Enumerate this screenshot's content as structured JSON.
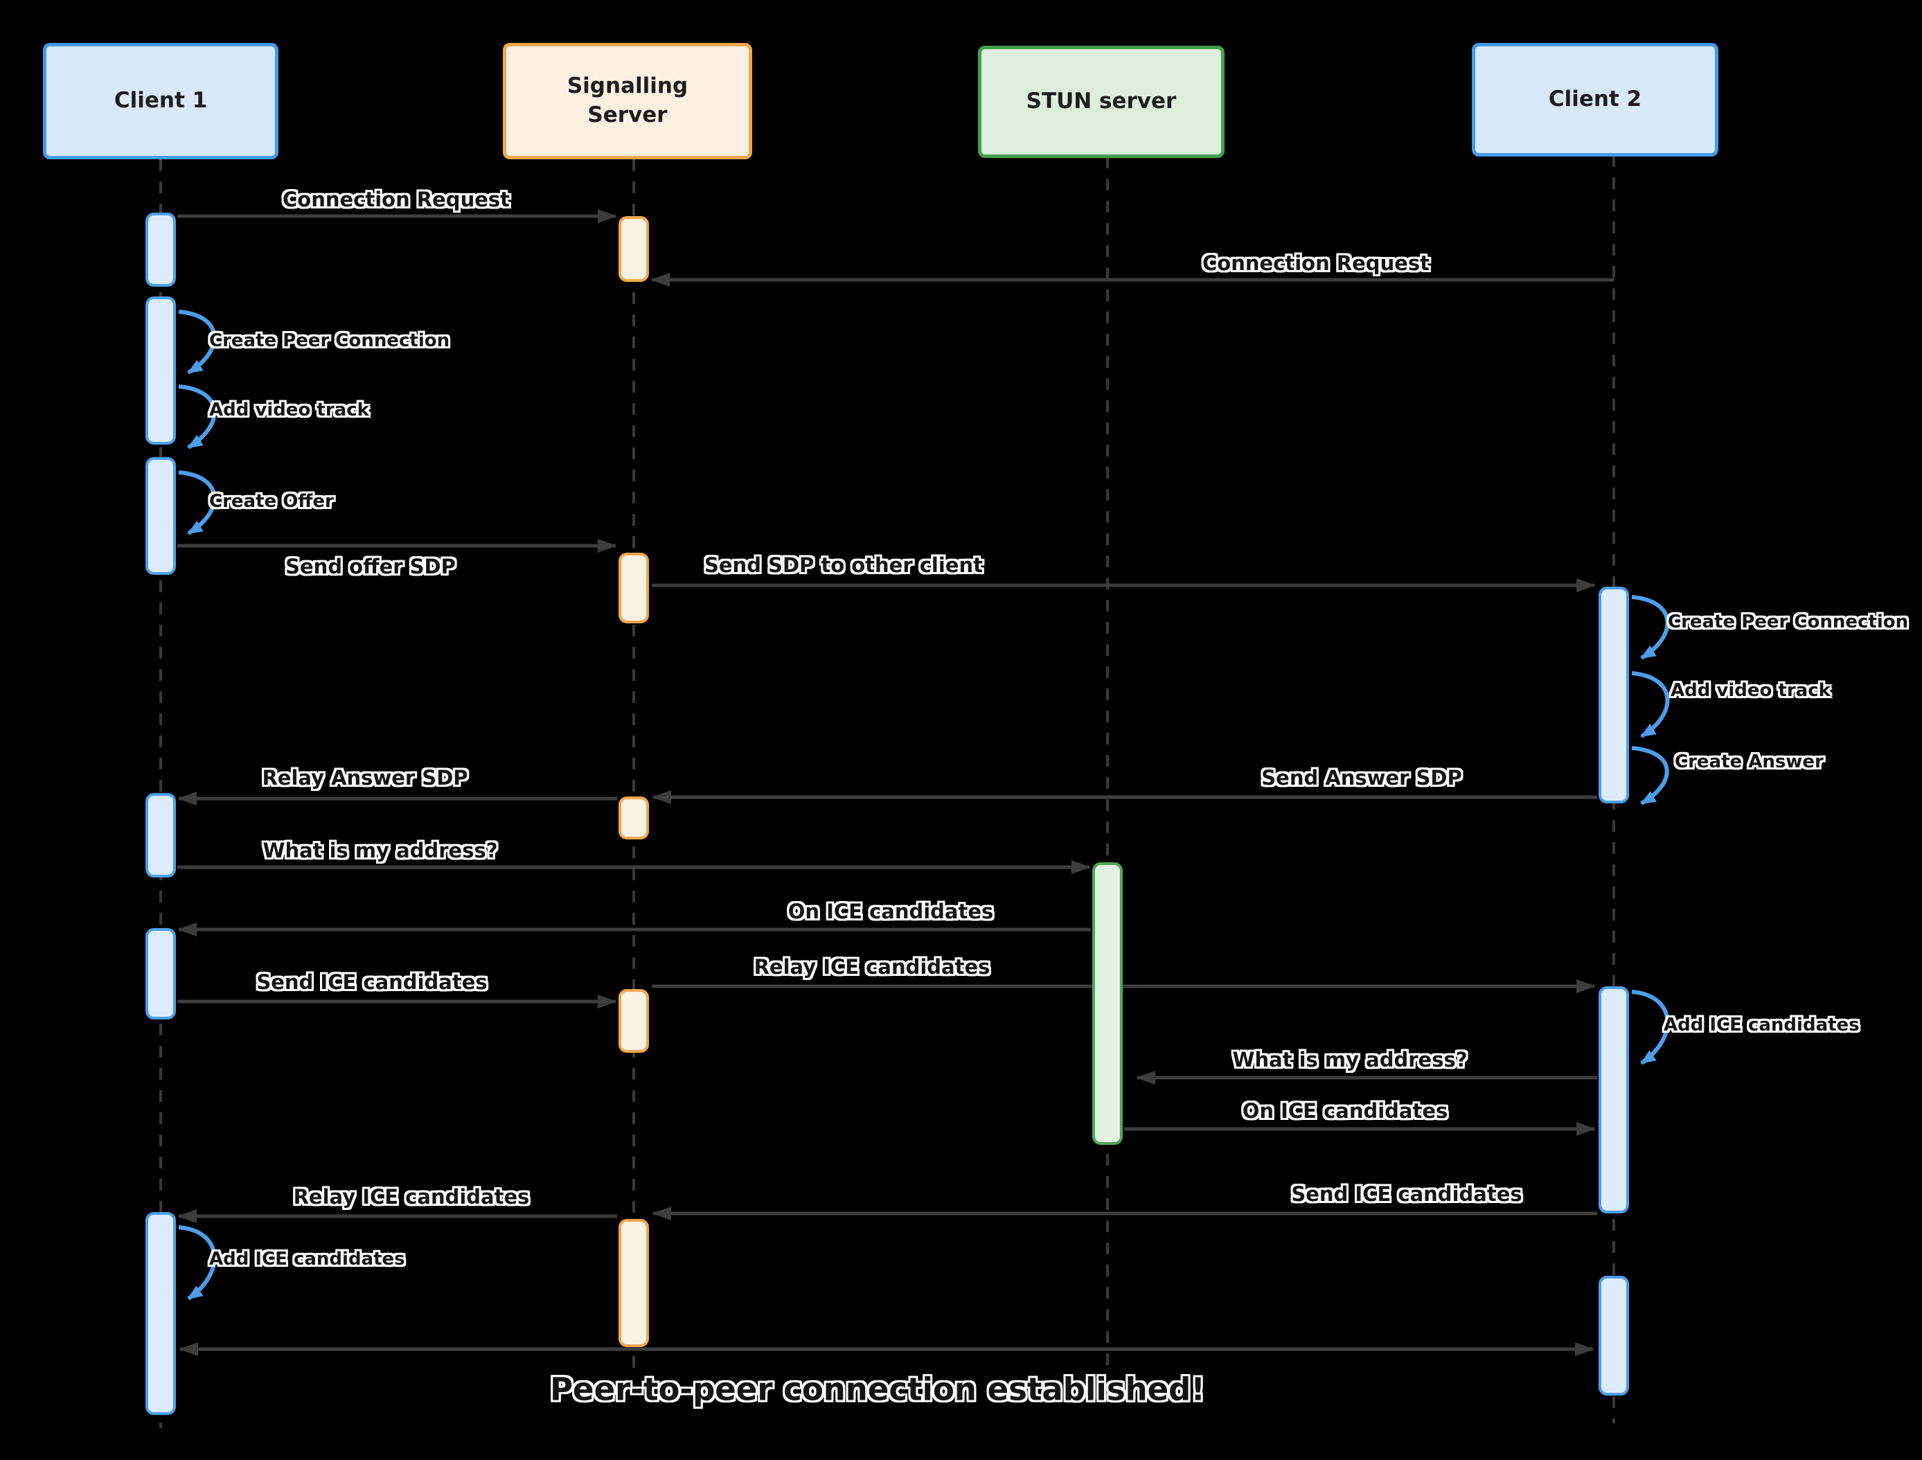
{
  "actors": [
    {
      "id": "client1",
      "label": "Client 1",
      "color": "#449be9"
    },
    {
      "id": "signalling",
      "label": "Signalling Server",
      "color": "#f0a74f"
    },
    {
      "id": "stun",
      "label": "STUN server",
      "color": "#44a14c"
    },
    {
      "id": "client2",
      "label": "Client 2",
      "color": "#449be9"
    }
  ],
  "messages": [
    {
      "label": "Connection Request",
      "from": "Client 1",
      "to": "Signalling Server",
      "type": "message"
    },
    {
      "label": "Connection Request",
      "from": "Client 2",
      "to": "Signalling Server",
      "type": "message"
    },
    {
      "label": "Create Peer Connection",
      "from": "Client 1",
      "to": "Client 1",
      "type": "self"
    },
    {
      "label": "Add video track",
      "from": "Client 1",
      "to": "Client 1",
      "type": "self"
    },
    {
      "label": "Create Offer",
      "from": "Client 1",
      "to": "Client 1",
      "type": "self"
    },
    {
      "label": "Send offer SDP",
      "from": "Client 1",
      "to": "Signalling Server",
      "type": "message"
    },
    {
      "label": "Send SDP to other client",
      "from": "Signalling Server",
      "to": "Client 2",
      "type": "message"
    },
    {
      "label": "Create Peer Connection",
      "from": "Client 2",
      "to": "Client 2",
      "type": "self"
    },
    {
      "label": "Add video track",
      "from": "Client 2",
      "to": "Client 2",
      "type": "self"
    },
    {
      "label": "Create Answer",
      "from": "Client 2",
      "to": "Client 2",
      "type": "self"
    },
    {
      "label": "Send Answer SDP",
      "from": "Client 2",
      "to": "Signalling Server",
      "type": "message"
    },
    {
      "label": "Relay Answer SDP",
      "from": "Signalling Server",
      "to": "Client 1",
      "type": "message"
    },
    {
      "label": "What is my address?",
      "from": "Client 1",
      "to": "STUN server",
      "type": "message"
    },
    {
      "label": "On ICE candidates",
      "from": "STUN server",
      "to": "Client 1",
      "type": "message"
    },
    {
      "label": "Relay ICE candidates",
      "from": "Signalling Server",
      "to": "Client 2",
      "type": "message"
    },
    {
      "label": "Send ICE candidates",
      "from": "Client 1",
      "to": "Signalling Server",
      "type": "message"
    },
    {
      "label": "Add ICE candidates",
      "from": "Client 2",
      "to": "Client 2",
      "type": "self"
    },
    {
      "label": "What is my address?",
      "from": "Client 2",
      "to": "STUN server",
      "type": "message"
    },
    {
      "label": "On ICE candidates",
      "from": "STUN server",
      "to": "Client 2",
      "type": "message"
    },
    {
      "label": "Send ICE candidates",
      "from": "Client 2",
      "to": "Signalling Server",
      "type": "message"
    },
    {
      "label": "Relay ICE candidates",
      "from": "Signalling Server",
      "to": "Client 1",
      "type": "message"
    },
    {
      "label": "Add ICE candidates",
      "from": "Client 1",
      "to": "Client 1",
      "type": "self"
    }
  ],
  "note": "Peer-to-peer connection established!",
  "colors": {
    "background": "#000000",
    "blue_border": "#4d9ee9",
    "blue_fill": "#ddecfb",
    "orange_border": "#f0a74f",
    "orange_fill": "#faf2e4",
    "green_border": "#4fa855",
    "green_fill": "#e4f2e4",
    "arrow": "#3d3d3d",
    "self_arrow": "#4d9de9",
    "label_text": "#141414",
    "label_halo": "#ffffff"
  }
}
